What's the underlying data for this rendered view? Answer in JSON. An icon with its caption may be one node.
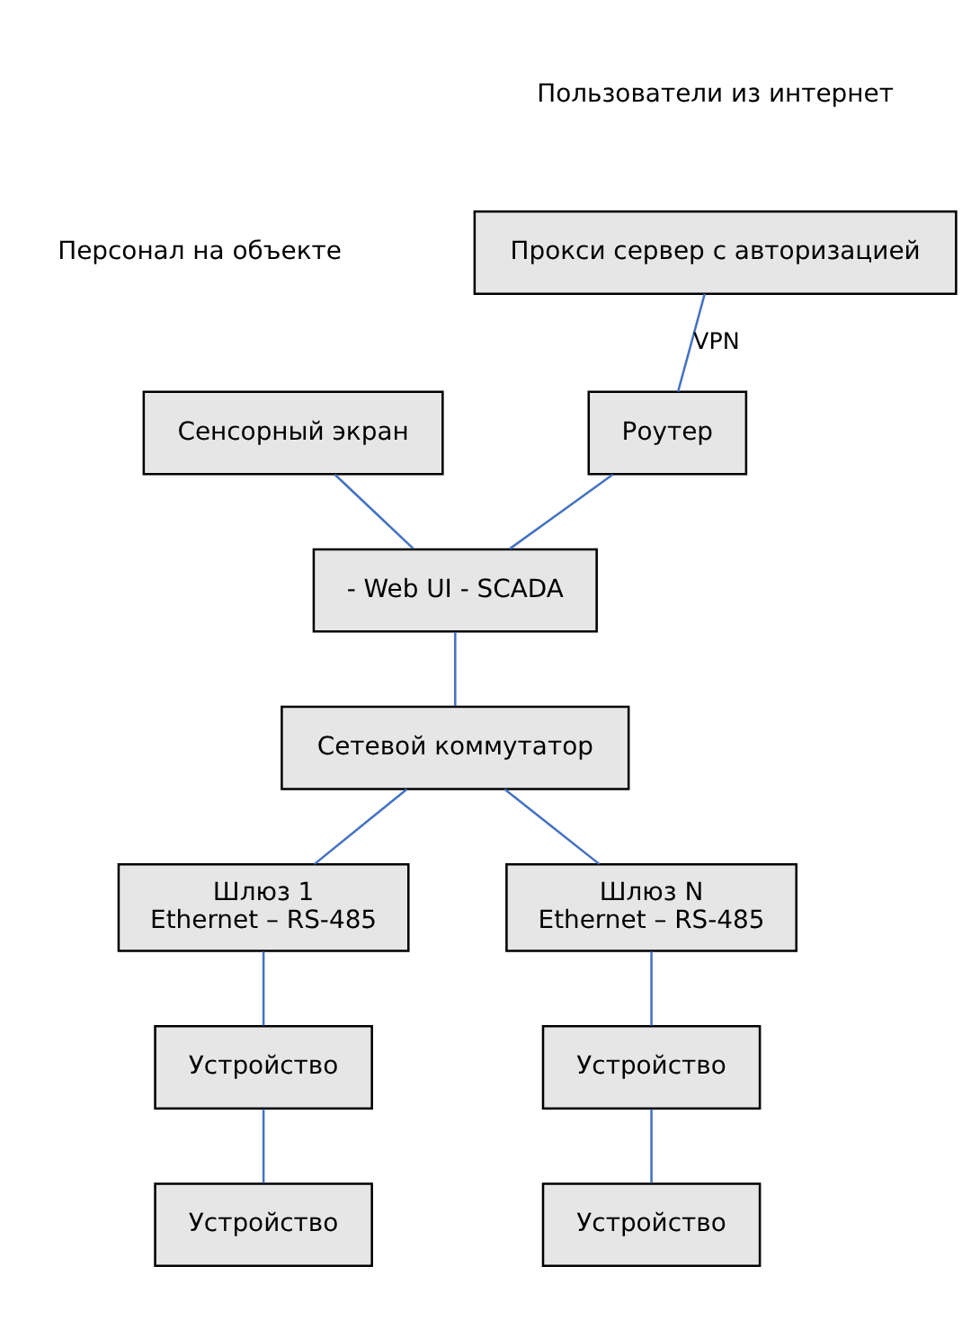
{
  "diagram": {
    "nodes": [
      {
        "text": [
          "Прокси сервер с авторизацией"
        ]
      },
      {
        "text": [
          "Сенсорный экран"
        ]
      },
      {
        "text": [
          "Роутер"
        ]
      },
      {
        "text": [
          "- Web UI - SCADA"
        ]
      },
      {
        "text": [
          "Сетевой коммутатор"
        ]
      },
      {
        "text": [
          "Шлюз 1",
          "Ethernet – RS-485"
        ]
      },
      {
        "text": [
          "Шлюз N",
          "Ethernet – RS-485"
        ]
      },
      {
        "text": [
          "Устройство"
        ]
      },
      {
        "text": [
          "Устройство"
        ]
      },
      {
        "text": [
          "Устройство"
        ]
      },
      {
        "text": [
          "Устройство"
        ]
      }
    ],
    "edges": [
      {
        "from": 0,
        "to": 2,
        "arrow": "none",
        "label": "VPN"
      },
      {
        "from": 1,
        "to": 3,
        "arrow": "none"
      },
      {
        "from": 2,
        "to": 3,
        "arrow": "none"
      },
      {
        "from": 3,
        "to": 4,
        "arrow": "none"
      },
      {
        "from": 4,
        "to": 5,
        "arrow": "none"
      },
      {
        "from": 4,
        "to": 6,
        "arrow": "none"
      },
      {
        "from": 5,
        "to": 7,
        "arrow": "none"
      },
      {
        "from": 7,
        "to": 8,
        "arrow": "none"
      },
      {
        "from": 6,
        "to": 9,
        "arrow": "none"
      },
      {
        "from": 9,
        "to": 10,
        "arrow": "none"
      }
    ],
    "labels": [
      "Пользователи из интернет",
      "Персонал на объекте"
    ]
  }
}
